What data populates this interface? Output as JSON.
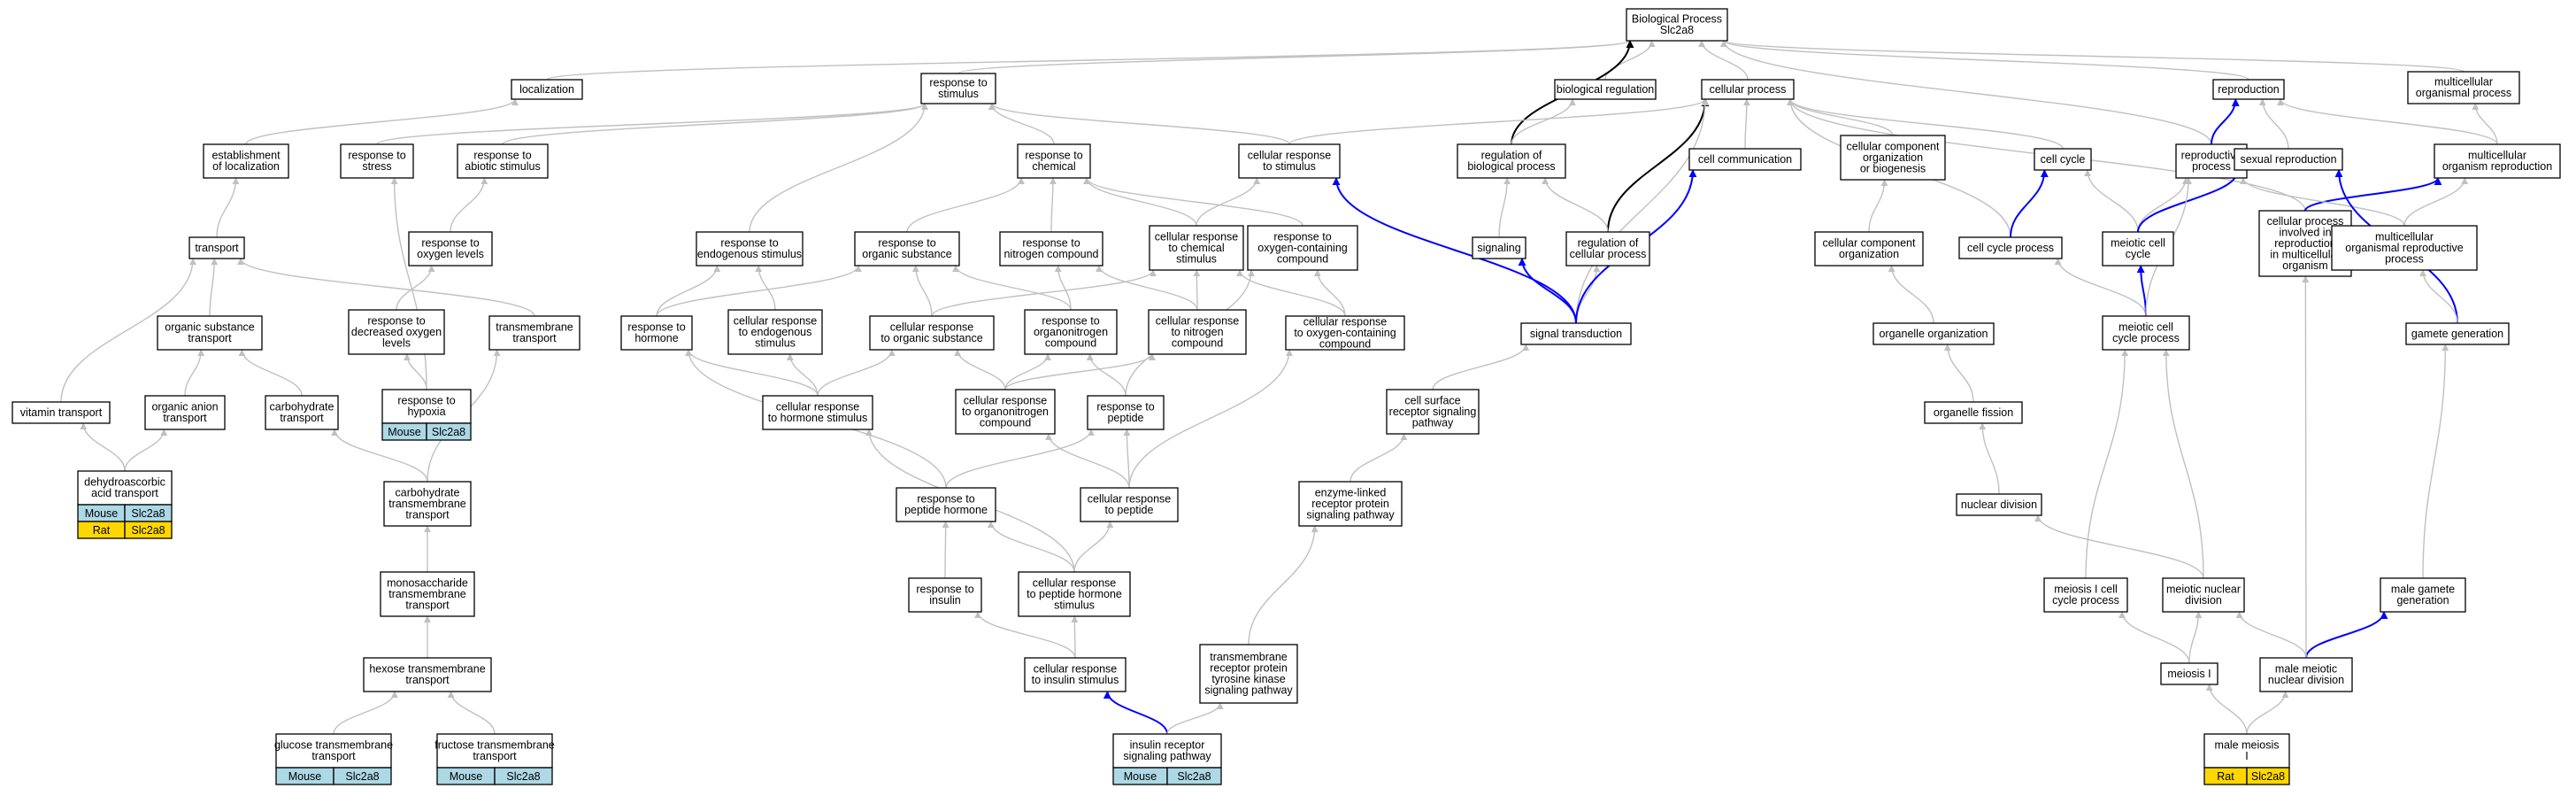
{
  "nodes": [
    {
      "id": "bp",
      "lines": [
        "Biological Process",
        "Slc2a8"
      ]
    },
    {
      "id": "loc",
      "lines": [
        "localization"
      ]
    },
    {
      "id": "rstim",
      "lines": [
        "response to",
        "stimulus"
      ]
    },
    {
      "id": "biored",
      "lines": [
        "biological regulation"
      ]
    },
    {
      "id": "cellproc",
      "lines": [
        "cellular process"
      ]
    },
    {
      "id": "repro",
      "lines": [
        "reproduction"
      ]
    },
    {
      "id": "mop",
      "lines": [
        "multicellular",
        "organismal process"
      ]
    },
    {
      "id": "estloc",
      "lines": [
        "establishment",
        "of localization"
      ]
    },
    {
      "id": "rstress",
      "lines": [
        "response to",
        "stress"
      ]
    },
    {
      "id": "rabio",
      "lines": [
        "response to",
        "abiotic stimulus"
      ]
    },
    {
      "id": "rchem",
      "lines": [
        "response to",
        "chemical"
      ]
    },
    {
      "id": "crstim",
      "lines": [
        "cellular response",
        "to stimulus"
      ]
    },
    {
      "id": "regbp",
      "lines": [
        "regulation of",
        "biological process"
      ]
    },
    {
      "id": "cellcomm",
      "lines": [
        "cell communication"
      ]
    },
    {
      "id": "ccob",
      "lines": [
        "cellular component",
        "organization",
        "or biogenesis"
      ]
    },
    {
      "id": "cellcycle",
      "lines": [
        "cell cycle"
      ]
    },
    {
      "id": "reproproc",
      "lines": [
        "reproductive",
        "process"
      ]
    },
    {
      "id": "sexrepro",
      "lines": [
        "sexual reproduction"
      ]
    },
    {
      "id": "mcorepro",
      "lines": [
        "multicellular",
        "organism reproduction"
      ]
    },
    {
      "id": "transport",
      "lines": [
        "transport"
      ]
    },
    {
      "id": "roxy",
      "lines": [
        "response to",
        "oxygen levels"
      ]
    },
    {
      "id": "rendo",
      "lines": [
        "response to",
        "endogenous stimulus"
      ]
    },
    {
      "id": "rorgsub",
      "lines": [
        "response to",
        "organic substance"
      ]
    },
    {
      "id": "rnitro",
      "lines": [
        "response to",
        "nitrogen compound"
      ]
    },
    {
      "id": "crchem",
      "lines": [
        "cellular response",
        "to chemical",
        "stimulus"
      ]
    },
    {
      "id": "roxycomp",
      "lines": [
        "response to",
        "oxygen-containing",
        "compound"
      ]
    },
    {
      "id": "signaling",
      "lines": [
        "signaling"
      ]
    },
    {
      "id": "regcp",
      "lines": [
        "regulation of",
        "cellular process"
      ]
    },
    {
      "id": "cco",
      "lines": [
        "cellular component",
        "organization"
      ]
    },
    {
      "id": "ccp",
      "lines": [
        "cell cycle process"
      ]
    },
    {
      "id": "meicc",
      "lines": [
        "meiotic cell",
        "cycle"
      ]
    },
    {
      "id": "cpirmo",
      "lines": [
        "cellular process",
        "involved in",
        "reproduction",
        "in multicellular",
        "organism"
      ]
    },
    {
      "id": "mcorp",
      "lines": [
        "multicellular",
        "organismal reproductive",
        "process"
      ]
    },
    {
      "id": "orgsubtr",
      "lines": [
        "organic substance",
        "transport"
      ]
    },
    {
      "id": "transmem",
      "lines": [
        "transmembrane",
        "transport"
      ]
    },
    {
      "id": "rdecoxy",
      "lines": [
        "response to",
        "decreased oxygen",
        "levels"
      ]
    },
    {
      "id": "rhormone",
      "lines": [
        "response to",
        "hormone"
      ]
    },
    {
      "id": "crendo",
      "lines": [
        "cellular response",
        "to endogenous",
        "stimulus"
      ]
    },
    {
      "id": "crorgsub",
      "lines": [
        "cellular response",
        "to organic substance"
      ]
    },
    {
      "id": "rorgnitro",
      "lines": [
        "response to",
        "organonitrogen",
        "compound"
      ]
    },
    {
      "id": "crnitro",
      "lines": [
        "cellular response",
        "to nitrogen",
        "compound"
      ]
    },
    {
      "id": "croxycomp",
      "lines": [
        "cellular response",
        "to oxygen-containing",
        "compound"
      ]
    },
    {
      "id": "sigtrans",
      "lines": [
        "signal transduction"
      ]
    },
    {
      "id": "orgorg",
      "lines": [
        "organelle organization"
      ]
    },
    {
      "id": "meiccp",
      "lines": [
        "meiotic cell",
        "cycle process"
      ]
    },
    {
      "id": "gametegen",
      "lines": [
        "gamete generation"
      ]
    },
    {
      "id": "vittr",
      "lines": [
        "vitamin transport"
      ]
    },
    {
      "id": "organiontr",
      "lines": [
        "organic anion",
        "transport"
      ]
    },
    {
      "id": "carbtr",
      "lines": [
        "carbohydrate",
        "transport"
      ]
    },
    {
      "id": "rhypoxia",
      "lines": [
        "response to",
        "hypoxia"
      ],
      "table": [
        [
          "Mouse",
          "Slc2a8"
        ]
      ]
    },
    {
      "id": "crhormone",
      "lines": [
        "cellular response",
        "to hormone stimulus"
      ]
    },
    {
      "id": "crorgnitro",
      "lines": [
        "cellular response",
        "to organonitrogen",
        "compound"
      ]
    },
    {
      "id": "rpeptide",
      "lines": [
        "response to",
        "peptide"
      ]
    },
    {
      "id": "csrsp",
      "lines": [
        "cell surface",
        "receptor signaling",
        "pathway"
      ]
    },
    {
      "id": "orgfis",
      "lines": [
        "organelle fission"
      ]
    },
    {
      "id": "dhat",
      "lines": [
        "dehydroascorbic",
        "acid transport"
      ],
      "table": [
        [
          "Mouse",
          "Slc2a8"
        ],
        [
          "Rat",
          "Slc2a8"
        ]
      ]
    },
    {
      "id": "carbtmt",
      "lines": [
        "carbohydrate",
        "transmembrane",
        "transport"
      ]
    },
    {
      "id": "rpephorm",
      "lines": [
        "response to",
        "peptide hormone"
      ]
    },
    {
      "id": "crpeptide",
      "lines": [
        "cellular response",
        "to peptide"
      ]
    },
    {
      "id": "elrsp",
      "lines": [
        "enzyme-linked",
        "receptor protein",
        "signaling pathway"
      ]
    },
    {
      "id": "nucdiv",
      "lines": [
        "nuclear division"
      ]
    },
    {
      "id": "monotmt",
      "lines": [
        "monosaccharide",
        "transmembrane",
        "transport"
      ]
    },
    {
      "id": "rinsulin",
      "lines": [
        "response to",
        "insulin"
      ]
    },
    {
      "id": "crpephorm",
      "lines": [
        "cellular response",
        "to peptide hormone",
        "stimulus"
      ]
    },
    {
      "id": "mi1ccp",
      "lines": [
        "meiosis I cell",
        "cycle process"
      ]
    },
    {
      "id": "meinucdiv",
      "lines": [
        "meiotic nuclear",
        "division"
      ]
    },
    {
      "id": "malegamgen",
      "lines": [
        "male gamete",
        "generation"
      ]
    },
    {
      "id": "hexosetmt",
      "lines": [
        "hexose transmembrane",
        "transport"
      ]
    },
    {
      "id": "crinsulin",
      "lines": [
        "cellular response",
        "to insulin stimulus"
      ]
    },
    {
      "id": "tmrptk",
      "lines": [
        "transmembrane",
        "receptor protein",
        "tyrosine kinase",
        "signaling pathway"
      ]
    },
    {
      "id": "meiosis1",
      "lines": [
        "meiosis I"
      ]
    },
    {
      "id": "malemeinuc",
      "lines": [
        "male meiotic",
        "nuclear division"
      ]
    },
    {
      "id": "glucosetmt",
      "lines": [
        "glucose transmembrane",
        "transport"
      ],
      "table": [
        [
          "Mouse",
          "Slc2a8"
        ]
      ]
    },
    {
      "id": "fructosetmt",
      "lines": [
        "fructose transmembrane",
        "transport"
      ],
      "table": [
        [
          "Mouse",
          "Slc2a8"
        ]
      ]
    },
    {
      "id": "insrsp",
      "lines": [
        "insulin receptor",
        "signaling pathway"
      ],
      "table": [
        [
          "Mouse",
          "Slc2a8"
        ]
      ]
    },
    {
      "id": "malemeiosis1",
      "lines": [
        "male meiosis",
        "I"
      ],
      "table": [
        [
          "Rat",
          "Slc2a8"
        ]
      ]
    }
  ],
  "edges": [
    {
      "from": "loc",
      "to": "bp",
      "kind": "is_a"
    },
    {
      "from": "rstim",
      "to": "bp",
      "kind": "is_a"
    },
    {
      "from": "biored",
      "to": "bp",
      "kind": "is_a"
    },
    {
      "from": "cellproc",
      "to": "bp",
      "kind": "is_a"
    },
    {
      "from": "repro",
      "to": "bp",
      "kind": "is_a"
    },
    {
      "from": "mop",
      "to": "bp",
      "kind": "is_a"
    },
    {
      "from": "regbp",
      "to": "bp",
      "kind": "regulates"
    },
    {
      "from": "reproproc",
      "to": "bp",
      "kind": "is_a"
    },
    {
      "from": "estloc",
      "to": "loc",
      "kind": "is_a"
    },
    {
      "from": "rstress",
      "to": "rstim",
      "kind": "is_a"
    },
    {
      "from": "rabio",
      "to": "rstim",
      "kind": "is_a"
    },
    {
      "from": "rchem",
      "to": "rstim",
      "kind": "is_a"
    },
    {
      "from": "crstim",
      "to": "rstim",
      "kind": "is_a"
    },
    {
      "from": "rendo",
      "to": "rstim",
      "kind": "is_a"
    },
    {
      "from": "regbp",
      "to": "biored",
      "kind": "is_a"
    },
    {
      "from": "crstim",
      "to": "cellproc",
      "kind": "is_a"
    },
    {
      "from": "cellcomm",
      "to": "cellproc",
      "kind": "is_a"
    },
    {
      "from": "ccob",
      "to": "cellproc",
      "kind": "is_a"
    },
    {
      "from": "cellcycle",
      "to": "cellproc",
      "kind": "is_a"
    },
    {
      "from": "regcp",
      "to": "cellproc",
      "kind": "regulates"
    },
    {
      "from": "ccp",
      "to": "cellproc",
      "kind": "is_a"
    },
    {
      "from": "cpirmo",
      "to": "cellproc",
      "kind": "is_a"
    },
    {
      "from": "sigtrans",
      "to": "cellproc",
      "kind": "is_a"
    },
    {
      "from": "reproproc",
      "to": "repro",
      "kind": "part_of"
    },
    {
      "from": "sexrepro",
      "to": "repro",
      "kind": "is_a"
    },
    {
      "from": "mcorepro",
      "to": "repro",
      "kind": "is_a"
    },
    {
      "from": "mcorepro",
      "to": "mop",
      "kind": "is_a"
    },
    {
      "from": "transport",
      "to": "estloc",
      "kind": "is_a"
    },
    {
      "from": "roxy",
      "to": "rabio",
      "kind": "is_a"
    },
    {
      "from": "rdecoxy",
      "to": "roxy",
      "kind": "is_a"
    },
    {
      "from": "rhypoxia",
      "to": "rstress",
      "kind": "is_a"
    },
    {
      "from": "rhypoxia",
      "to": "rdecoxy",
      "kind": "is_a"
    },
    {
      "from": "rorgsub",
      "to": "rchem",
      "kind": "is_a"
    },
    {
      "from": "rnitro",
      "to": "rchem",
      "kind": "is_a"
    },
    {
      "from": "crchem",
      "to": "rchem",
      "kind": "is_a"
    },
    {
      "from": "roxycomp",
      "to": "rchem",
      "kind": "is_a"
    },
    {
      "from": "crchem",
      "to": "crstim",
      "kind": "is_a"
    },
    {
      "from": "sigtrans",
      "to": "crstim",
      "kind": "part_of"
    },
    {
      "from": "regcp",
      "to": "regbp",
      "kind": "is_a"
    },
    {
      "from": "signaling",
      "to": "regbp",
      "kind": "is_a"
    },
    {
      "from": "sigtrans",
      "to": "signaling",
      "kind": "part_of"
    },
    {
      "from": "sigtrans",
      "to": "regcp",
      "kind": "is_a"
    },
    {
      "from": "sigtrans",
      "to": "cellcomm",
      "kind": "part_of"
    },
    {
      "from": "cco",
      "to": "ccob",
      "kind": "is_a"
    },
    {
      "from": "orgorg",
      "to": "cco",
      "kind": "is_a"
    },
    {
      "from": "orgfis",
      "to": "orgorg",
      "kind": "is_a"
    },
    {
      "from": "nucdiv",
      "to": "orgfis",
      "kind": "is_a"
    },
    {
      "from": "ccp",
      "to": "cellcycle",
      "kind": "part_of"
    },
    {
      "from": "meicc",
      "to": "cellcycle",
      "kind": "is_a"
    },
    {
      "from": "meicc",
      "to": "reproproc",
      "kind": "is_a"
    },
    {
      "from": "meicc",
      "to": "sexrepro",
      "kind": "part_of"
    },
    {
      "from": "meiccp",
      "to": "ccp",
      "kind": "is_a"
    },
    {
      "from": "meiccp",
      "to": "meicc",
      "kind": "part_of"
    },
    {
      "from": "meiccp",
      "to": "reproproc",
      "kind": "is_a"
    },
    {
      "from": "cpirmo",
      "to": "mcorepro",
      "kind": "part_of"
    },
    {
      "from": "mcorp",
      "to": "mcorepro",
      "kind": "is_a"
    },
    {
      "from": "mcorp",
      "to": "reproproc",
      "kind": "is_a"
    },
    {
      "from": "gametegen",
      "to": "sexrepro",
      "kind": "part_of"
    },
    {
      "from": "gametegen",
      "to": "mcorp",
      "kind": "is_a"
    },
    {
      "from": "orgsubtr",
      "to": "transport",
      "kind": "is_a"
    },
    {
      "from": "transmem",
      "to": "transport",
      "kind": "is_a"
    },
    {
      "from": "vittr",
      "to": "transport",
      "kind": "is_a"
    },
    {
      "from": "organiontr",
      "to": "orgsubtr",
      "kind": "is_a"
    },
    {
      "from": "carbtr",
      "to": "orgsubtr",
      "kind": "is_a"
    },
    {
      "from": "dhat",
      "to": "vittr",
      "kind": "is_a"
    },
    {
      "from": "dhat",
      "to": "organiontr",
      "kind": "is_a"
    },
    {
      "from": "carbtmt",
      "to": "carbtr",
      "kind": "is_a"
    },
    {
      "from": "carbtmt",
      "to": "transmem",
      "kind": "is_a"
    },
    {
      "from": "monotmt",
      "to": "carbtmt",
      "kind": "is_a"
    },
    {
      "from": "hexosetmt",
      "to": "monotmt",
      "kind": "is_a"
    },
    {
      "from": "glucosetmt",
      "to": "hexosetmt",
      "kind": "is_a"
    },
    {
      "from": "fructosetmt",
      "to": "hexosetmt",
      "kind": "is_a"
    },
    {
      "from": "rhormone",
      "to": "rendo",
      "kind": "is_a"
    },
    {
      "from": "crendo",
      "to": "rendo",
      "kind": "is_a"
    },
    {
      "from": "rhormone",
      "to": "rorgsub",
      "kind": "is_a"
    },
    {
      "from": "crorgsub",
      "to": "rorgsub",
      "kind": "is_a"
    },
    {
      "from": "rorgnitro",
      "to": "rorgsub",
      "kind": "is_a"
    },
    {
      "from": "rorgnitro",
      "to": "rnitro",
      "kind": "is_a"
    },
    {
      "from": "crnitro",
      "to": "rnitro",
      "kind": "is_a"
    },
    {
      "from": "crorgsub",
      "to": "crchem",
      "kind": "is_a"
    },
    {
      "from": "crnitro",
      "to": "crchem",
      "kind": "is_a"
    },
    {
      "from": "croxycomp",
      "to": "crchem",
      "kind": "is_a"
    },
    {
      "from": "croxycomp",
      "to": "roxycomp",
      "kind": "is_a"
    },
    {
      "from": "rpeptide",
      "to": "roxycomp",
      "kind": "is_a"
    },
    {
      "from": "crhormone",
      "to": "rhormone",
      "kind": "is_a"
    },
    {
      "from": "crhormone",
      "to": "crendo",
      "kind": "is_a"
    },
    {
      "from": "crhormone",
      "to": "crorgsub",
      "kind": "is_a"
    },
    {
      "from": "crorgnitro",
      "to": "crorgsub",
      "kind": "is_a"
    },
    {
      "from": "crorgnitro",
      "to": "rorgnitro",
      "kind": "is_a"
    },
    {
      "from": "crorgnitro",
      "to": "crnitro",
      "kind": "is_a"
    },
    {
      "from": "rpeptide",
      "to": "rorgnitro",
      "kind": "is_a"
    },
    {
      "from": "rpephorm",
      "to": "rhormone",
      "kind": "is_a"
    },
    {
      "from": "rpephorm",
      "to": "rpeptide",
      "kind": "is_a"
    },
    {
      "from": "crpeptide",
      "to": "rpeptide",
      "kind": "is_a"
    },
    {
      "from": "crpeptide",
      "to": "crorgnitro",
      "kind": "is_a"
    },
    {
      "from": "crpeptide",
      "to": "croxycomp",
      "kind": "is_a"
    },
    {
      "from": "crpephorm",
      "to": "rpephorm",
      "kind": "is_a"
    },
    {
      "from": "crpephorm",
      "to": "crpeptide",
      "kind": "is_a"
    },
    {
      "from": "crpephorm",
      "to": "crhormone",
      "kind": "is_a"
    },
    {
      "from": "rinsulin",
      "to": "rpephorm",
      "kind": "is_a"
    },
    {
      "from": "crinsulin",
      "to": "rinsulin",
      "kind": "is_a"
    },
    {
      "from": "crinsulin",
      "to": "crpephorm",
      "kind": "is_a"
    },
    {
      "from": "insrsp",
      "to": "crinsulin",
      "kind": "part_of"
    },
    {
      "from": "insrsp",
      "to": "tmrptk",
      "kind": "is_a"
    },
    {
      "from": "tmrptk",
      "to": "elrsp",
      "kind": "is_a"
    },
    {
      "from": "elrsp",
      "to": "csrsp",
      "kind": "is_a"
    },
    {
      "from": "csrsp",
      "to": "sigtrans",
      "kind": "is_a"
    },
    {
      "from": "mi1ccp",
      "to": "meiccp",
      "kind": "is_a"
    },
    {
      "from": "meinucdiv",
      "to": "meiccp",
      "kind": "is_a"
    },
    {
      "from": "meinucdiv",
      "to": "nucdiv",
      "kind": "is_a"
    },
    {
      "from": "meiosis1",
      "to": "mi1ccp",
      "kind": "is_a"
    },
    {
      "from": "meiosis1",
      "to": "meinucdiv",
      "kind": "is_a"
    },
    {
      "from": "malemeinuc",
      "to": "meinucdiv",
      "kind": "is_a"
    },
    {
      "from": "malemeinuc",
      "to": "malegamgen",
      "kind": "part_of"
    },
    {
      "from": "malemeinuc",
      "to": "cpirmo",
      "kind": "is_a"
    },
    {
      "from": "malegamgen",
      "to": "gametegen",
      "kind": "is_a"
    },
    {
      "from": "malemeiosis1",
      "to": "meiosis1",
      "kind": "is_a"
    },
    {
      "from": "malemeiosis1",
      "to": "malemeinuc",
      "kind": "is_a"
    }
  ],
  "colors": {
    "mouse_cell": "#add8e6",
    "rat_cell": "#ffd700",
    "edge_is_a": "#c0c0c0",
    "edge_part_of": "#0000ff",
    "edge_regulates": "#000000"
  }
}
